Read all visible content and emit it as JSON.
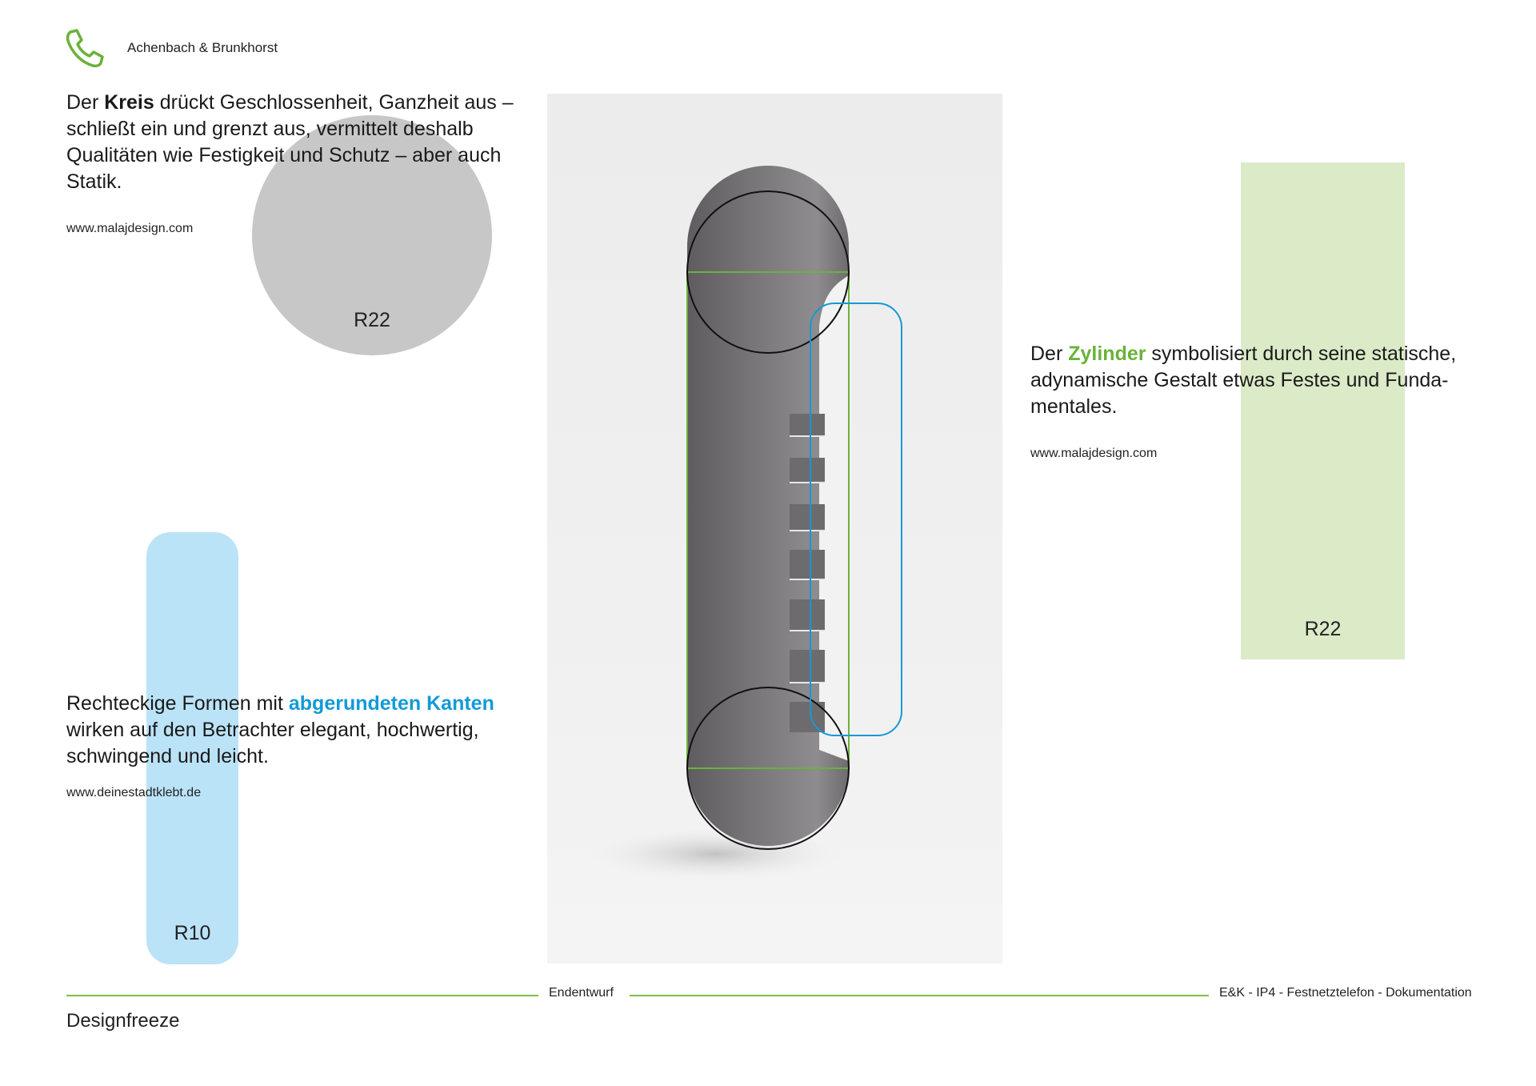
{
  "header": {
    "brand": "Achenbach & Brunkhorst",
    "logo_icon": "phone-icon",
    "accent_color": "#6ab23a"
  },
  "circle_section": {
    "text_before": "Der ",
    "keyword": "Kreis",
    "text_after": " drückt Geschlossenheit, Ganzheit aus – schließt ein und grenzt aus, vermittelt deshalb Qualitäten wie Festigkeit und Schutz – aber auch Statik.",
    "source": "www.malajdesign.com",
    "shape_label": "R22",
    "shape_color": "#c7c7c7"
  },
  "rounded_section": {
    "text_before": "Rechteckige Formen mit ",
    "keyword": "abgerundeten Kanten",
    "text_after": " wirken auf den Betrachter elegant, hochwertig, schwingend und leicht.",
    "source": "www.deinestadtklebt.de",
    "shape_label": "R10",
    "shape_color": "#bbe3f8",
    "keyword_color": "#129ad8"
  },
  "cylinder_section": {
    "text_before": "Der ",
    "keyword": "Zylinder",
    "text_after": " symbolisiert durch seine statische, adynamische Gestalt etwas Festes und Funda-mentales.",
    "source": "www.malajdesign.com",
    "shape_label": "R22",
    "shape_color": "#dbeac7",
    "keyword_color": "#6ab23a"
  },
  "footer": {
    "chapter": "Endentwurf",
    "document": "E&K - IP4 - Festnetztelefon - Dokumentation",
    "page_title": "Designfreeze",
    "rule_color": "#7dbf4a"
  }
}
